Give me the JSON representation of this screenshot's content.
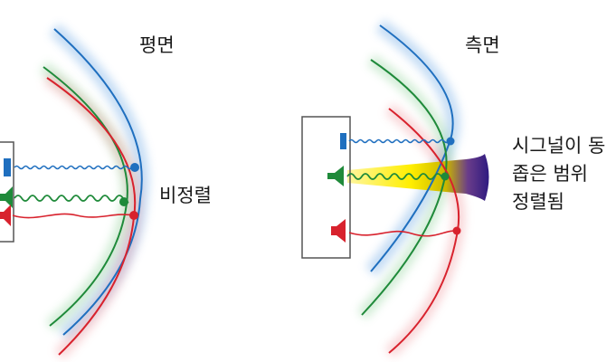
{
  "panels": {
    "left": {
      "title": "평면",
      "annotation": "비정렬"
    },
    "right": {
      "title": "측면",
      "annotation_lines": [
        "시그널이 동",
        "좁은 범위",
        "정렬됨"
      ]
    }
  },
  "colors": {
    "blue": "#1f6fbf",
    "green": "#1f8a3a",
    "red": "#d8222d",
    "cone_yellow": "#ffee00",
    "cone_purple": "#3a1f8a",
    "box_border": "#555555"
  },
  "icons": [
    "speaker-icon",
    "wave-icon",
    "wavefront-arc",
    "focus-point"
  ]
}
